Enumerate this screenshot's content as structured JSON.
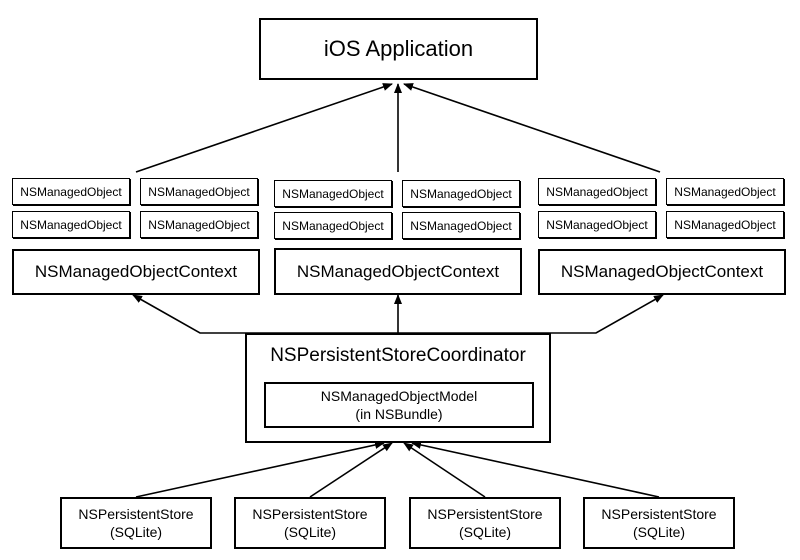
{
  "app": {
    "label": "iOS Application"
  },
  "contexts": [
    {
      "label": "NSManagedObjectContext",
      "objects": [
        "NSManagedObject",
        "NSManagedObject",
        "NSManagedObject",
        "NSManagedObject"
      ]
    },
    {
      "label": "NSManagedObjectContext",
      "objects": [
        "NSManagedObject",
        "NSManagedObject",
        "NSManagedObject",
        "NSManagedObject"
      ]
    },
    {
      "label": "NSManagedObjectContext",
      "objects": [
        "NSManagedObject",
        "NSManagedObject",
        "NSManagedObject",
        "NSManagedObject"
      ]
    }
  ],
  "coordinator": {
    "label": "NSPersistentStoreCoordinator",
    "model_line1": "NSManagedObjectModel",
    "model_line2": "(in NSBundle)"
  },
  "stores": [
    {
      "line1": "NSPersistentStore",
      "line2": "(SQLite)"
    },
    {
      "line1": "NSPersistentStore",
      "line2": "(SQLite)"
    },
    {
      "line1": "NSPersistentStore",
      "line2": "(SQLite)"
    },
    {
      "line1": "NSPersistentStore",
      "line2": "(SQLite)"
    }
  ]
}
